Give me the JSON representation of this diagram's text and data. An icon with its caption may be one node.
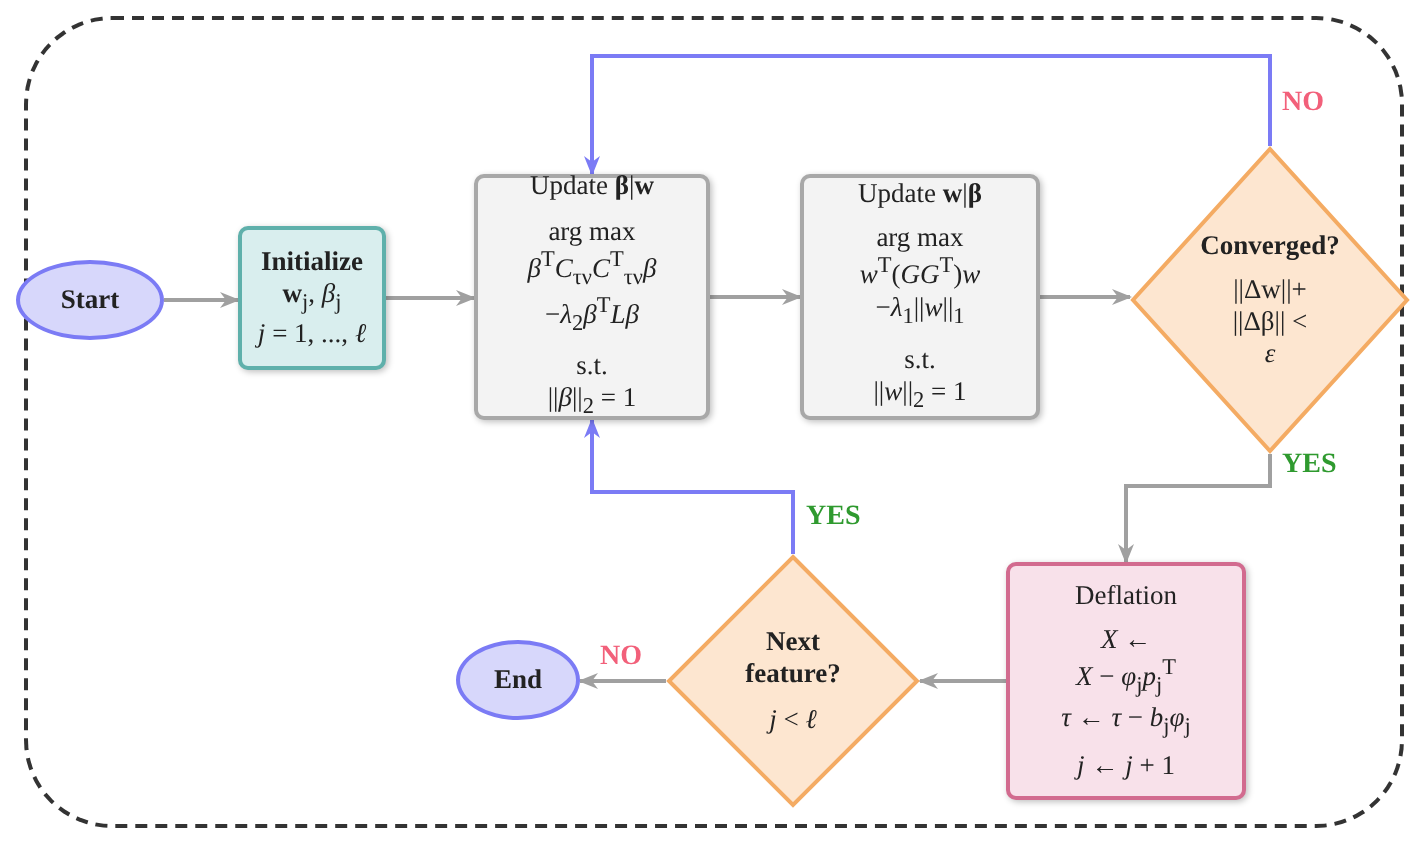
{
  "diagram": {
    "nodes": [
      {
        "text": [
          "Start"
        ]
      },
      {
        "text": [
          "Initialize",
          "**w**$_{j}$, *β*$_{j}$",
          "*j* = 1, ..., *ℓ*"
        ]
      },
      {
        "text": [
          "Update **β**|**w**",
          "arg max",
          "*β*$^{T}$*C*$_{τν}$*C*$^{T}$$_{τν}$*β*",
          "−*λ*$_{2}$*β*$^{T}$*Lβ*",
          "s.t.",
          "||*β*||$_{2}$ = 1"
        ]
      },
      {
        "text": [
          "Update **w**|**β**",
          "arg max",
          "*w*$^{T}$(*GG*$^{T}$)*w*",
          "−*λ*$_{1}$||*w*||$_{1}$",
          "s.t.",
          "||*w*||$_{2}$ = 1"
        ]
      },
      {
        "text": [
          "Converged?",
          "||Δw||+",
          "||Δβ|| <",
          "*ε*"
        ]
      },
      {
        "text": [
          "Deflation",
          "*X* ←",
          "*X* − *φ*$_{j}$*p*$_{j}$$^{T}$",
          "*τ* ← *τ* − *b*$_{j}$*φ*$_{j}$",
          "*j* ← *j* + 1"
        ]
      },
      {
        "text": [
          "Next feature?",
          "*j* < *ℓ*"
        ]
      },
      {
        "text": [
          "End"
        ]
      }
    ],
    "edges": [
      {
        "from": 0,
        "to": 1,
        "arrow": "to"
      },
      {
        "from": 1,
        "to": 2,
        "arrow": "to"
      },
      {
        "from": 2,
        "to": 3,
        "arrow": "to"
      },
      {
        "from": 3,
        "to": 4,
        "arrow": "to"
      },
      {
        "from": 4,
        "to": 2,
        "arrow": "to",
        "label": "NO",
        "color": "#7b7bf5"
      },
      {
        "from": 4,
        "to": 5,
        "arrow": "to",
        "label": "YES"
      },
      {
        "from": 5,
        "to": 6,
        "arrow": "to"
      },
      {
        "from": 6,
        "to": 2,
        "arrow": "to",
        "label": "YES",
        "color": "#7b7bf5"
      },
      {
        "from": 6,
        "to": 7,
        "arrow": "to",
        "label": "NO"
      }
    ]
  }
}
